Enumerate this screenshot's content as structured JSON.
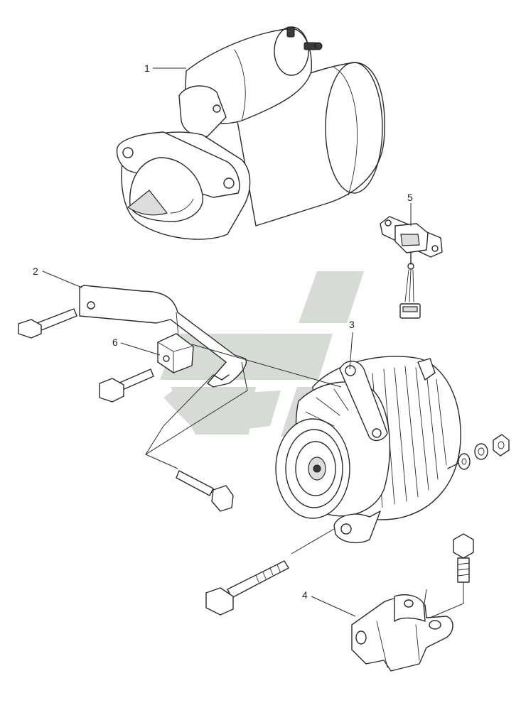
{
  "diagram": {
    "callouts": [
      {
        "id": "1",
        "label": "1",
        "part": "starter-motor"
      },
      {
        "id": "2",
        "label": "2",
        "part": "alternator-adjusting-bracket"
      },
      {
        "id": "3",
        "label": "3",
        "part": "alternator"
      },
      {
        "id": "4",
        "label": "4",
        "part": "alternator-mounting-bracket"
      },
      {
        "id": "5",
        "label": "5",
        "part": "voltage-regulator"
      },
      {
        "id": "6",
        "label": "6",
        "part": "bracket-spacer-block"
      }
    ],
    "colors": {
      "ink": "#2a2a2a",
      "watermark": "#d2d8d2",
      "background": "#ffffff"
    }
  }
}
